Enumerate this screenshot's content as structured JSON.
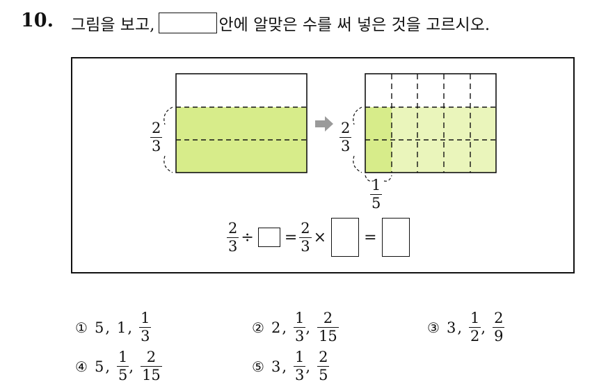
{
  "question": {
    "number": "10.",
    "text_before": "그림을 보고,",
    "text_after": "안에 알맞은 수를 써 넣은 것을 고르시오."
  },
  "figure": {
    "left_fraction": {
      "num": "2",
      "den": "3"
    },
    "right_fraction": {
      "num": "2",
      "den": "3"
    },
    "bottom_fraction": {
      "num": "1",
      "den": "5"
    },
    "arrow": "right-arrow-icon",
    "colors": {
      "shaded": "#d7ec8a",
      "light": "#eaf5bb",
      "stroke": "#111111"
    }
  },
  "equation": {
    "f1": {
      "num": "2",
      "den": "3"
    },
    "div": "÷",
    "eq1": "=",
    "f2": {
      "num": "2",
      "den": "3"
    },
    "mul": "×",
    "eq2": "="
  },
  "choices": [
    {
      "mark": "①",
      "a": "5",
      "b": "1",
      "c": {
        "num": "1",
        "den": "3"
      }
    },
    {
      "mark": "②",
      "a": "2",
      "b": {
        "num": "1",
        "den": "3"
      },
      "c": {
        "num": "2",
        "den": "15"
      }
    },
    {
      "mark": "③",
      "a": "3",
      "b": {
        "num": "1",
        "den": "2"
      },
      "c": {
        "num": "2",
        "den": "9"
      }
    },
    {
      "mark": "④",
      "a": "5",
      "b": {
        "num": "1",
        "den": "5"
      },
      "c": {
        "num": "2",
        "den": "15"
      }
    },
    {
      "mark": "⑤",
      "a": "3",
      "b": {
        "num": "1",
        "den": "3"
      },
      "c": {
        "num": "2",
        "den": "5"
      }
    }
  ],
  "separator": ","
}
